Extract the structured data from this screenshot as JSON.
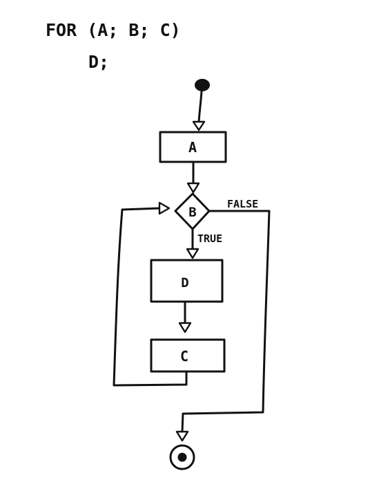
{
  "header": {
    "line1": "FOR (A; B; C)",
    "line2": "D;"
  },
  "nodes": {
    "init": "A",
    "condition": "B",
    "body": "D",
    "update": "C"
  },
  "edges": {
    "true_label": "TRUE",
    "false_label": "FALSE"
  },
  "colors": {
    "ink": "#111111",
    "paper": "#ffffff"
  }
}
